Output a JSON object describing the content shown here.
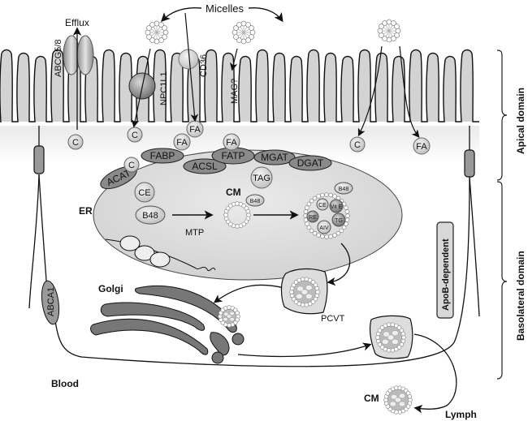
{
  "figure": {
    "top": {
      "micelles_label": "Micelles",
      "efflux_label": "Efflux"
    },
    "transporters": {
      "abcg": "ABCG5/8",
      "npc1l1": "NPC1L1",
      "cd36": "CD36",
      "mag": "MAG?",
      "abca1": "ABCA1"
    },
    "molecules": {
      "c": "C",
      "fa": "FA",
      "ce": "CE",
      "tag": "TAG",
      "b48": "B48"
    },
    "enzymes": [
      "FABP",
      "ACSL",
      "FATP",
      "MGAT",
      "DGAT",
      "ACAT"
    ],
    "er": {
      "label": "ER",
      "mtp": "MTP",
      "cm": "CM"
    },
    "cm_particle": {
      "contents": [
        "B48",
        "CE",
        "Vit E",
        "RE",
        "TG",
        "AIV"
      ]
    },
    "compartments": {
      "golgi": "Golgi",
      "pcvt": "PCVT",
      "blood": "Blood",
      "lymph": "Lymph",
      "cm_out": "CM",
      "apob": "ApoB-dependent"
    },
    "domains": {
      "apical": "Apical domain",
      "basolateral": "Basolateral domain"
    }
  }
}
